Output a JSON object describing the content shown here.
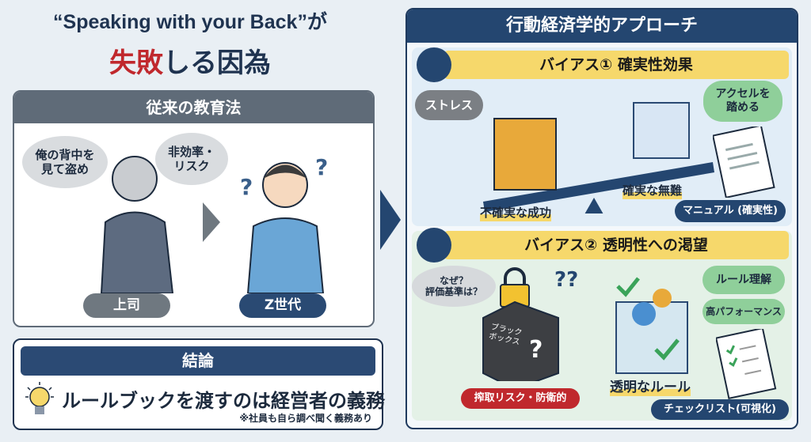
{
  "title": {
    "line1": "“Speaking with your Back”が",
    "line2_red": "失敗",
    "line2_rest": "しる因為"
  },
  "traditional": {
    "header": "従来の教育法",
    "bubble_boss_1": "俺の背中を",
    "bubble_boss_2": "見て盗め",
    "bubble_risk_1": "非効率・",
    "bubble_risk_2": "リスク",
    "boss_label": "上司",
    "genz_label": "Z世代"
  },
  "conclusion": {
    "header": "結論",
    "main": "ルールブックを渡すのは経営者の義務",
    "note": "※社員も自ら調べ聞く義務あり"
  },
  "approach": {
    "header": "行動経済学的アプローチ",
    "bias1": {
      "title": "バイアス① 確実性効果",
      "stress": "ストレス",
      "accel_1": "アクセルを",
      "accel_2": "踏める",
      "uncertain": "不確実な成功",
      "safe": "確実な無難",
      "manual": "マニュアル (確実性)"
    },
    "bias2": {
      "title": "バイアス② 透明性への渇望",
      "why_1": "なぜ？",
      "why_2": "評価基準は？",
      "blackbox_1": "ブラック",
      "blackbox_2": "ボックス",
      "risk": "搾取リスク・防衛的",
      "rules": "透明なルール",
      "understand": "ルール理解",
      "performance": "高パフォーマンス",
      "checklist": "チェックリスト(可視化)"
    }
  },
  "colors": {
    "navy": "#244670",
    "red": "#c0282d",
    "yellow": "#f6d86b",
    "green": "#8fcf9a",
    "gray": "#6f7880"
  }
}
